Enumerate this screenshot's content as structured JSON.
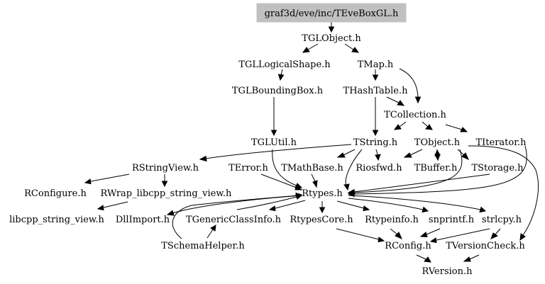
{
  "root_fill": "#c0c0c0",
  "nodes": {
    "root": "graf3d/eve/inc/TEveBoxGL.h",
    "tglobject": "TGLObject.h",
    "tgllogicalshape": "TGLLogicalShape.h",
    "tmap": "TMap.h",
    "tglboundingbox": "TGLBoundingBox.h",
    "thashtable": "THashTable.h",
    "tcollection": "TCollection.h",
    "tglutil": "TGLUtil.h",
    "tstring": "TString.h",
    "tobject": "TObject.h",
    "titerator": "TIterator.h",
    "rstringview": "RStringView.h",
    "terror": "TError.h",
    "tmathbase": "TMathBase.h",
    "riosfwd": "Riosfwd.h",
    "tbuffer": "TBuffer.h",
    "tstorage": "TStorage.h",
    "rconfigure": "RConfigure.h",
    "rwrap": "RWrap_libcpp_string_view.h",
    "rtypes": "Rtypes.h",
    "libcpp": "libcpp_string_view.h",
    "dllimport": "DllImport.h",
    "tgenericclassinfo": "TGenericClassInfo.h",
    "rtypescore": "RtypesCore.h",
    "rtypeinfo": "Rtypeinfo.h",
    "snprintf": "snprintf.h",
    "strlcpy": "strlcpy.h",
    "tschemahelper": "TSchemaHelper.h",
    "rconfig": "RConfig.h",
    "tversioncheck": "TVersionCheck.h",
    "rversion": "RVersion.h"
  }
}
